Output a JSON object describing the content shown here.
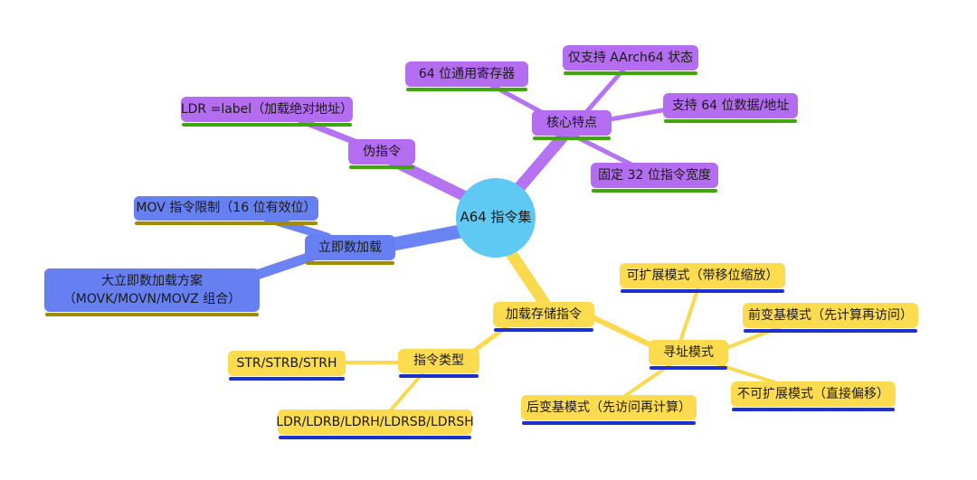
{
  "colors": {
    "center_fill": "#5ec9f3",
    "branch_purple": "#b46cf0",
    "branch_purple_underline": "#3fa60c",
    "branch_blue": "#6680f2",
    "branch_blue_underline": "#a18c00",
    "branch_yellow": "#fcdb4e",
    "branch_yellow_underline": "#1c30d0"
  },
  "mindmap": {
    "center_label": "A64 指令集",
    "branches": [
      {
        "label": "核心特点",
        "color": "purple",
        "children": [
          {
            "label": "仅支持 AArch64 状态"
          },
          {
            "label": "64 位通用寄存器"
          },
          {
            "label": "支持 64 位数据/地址"
          },
          {
            "label": "固定 32 位指令宽度"
          }
        ]
      },
      {
        "label": "伪指令",
        "color": "purple",
        "children": [
          {
            "label": "LDR =label（加载绝对地址）"
          }
        ]
      },
      {
        "label": "立即数加载",
        "color": "blue",
        "children": [
          {
            "label": "MOV 指令限制（16 位有效位）"
          },
          {
            "label": "大立即数加载方案\n（MOVK/MOVN/MOVZ 组合）"
          }
        ]
      },
      {
        "label": "加载存储指令",
        "color": "yellow",
        "children": [
          {
            "label": "指令类型",
            "children": [
              {
                "label": "STR/STRB/STRH"
              },
              {
                "label": "LDR/LDRB/LDRH/LDRSB/LDRSH"
              }
            ]
          },
          {
            "label": "寻址模式",
            "children": [
              {
                "label": "可扩展模式（带移位缩放）"
              },
              {
                "label": "前变基模式（先计算再访问）"
              },
              {
                "label": "后变基模式（先访问再计算）"
              },
              {
                "label": "不可扩展模式（直接偏移）"
              }
            ]
          }
        ]
      }
    ]
  }
}
